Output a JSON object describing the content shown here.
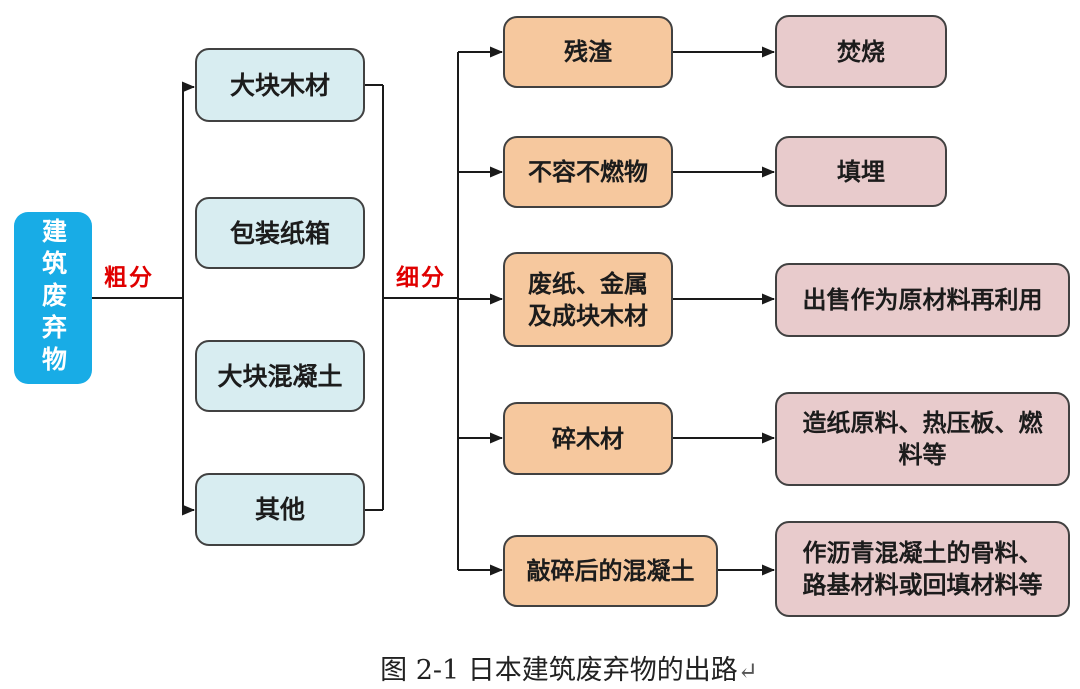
{
  "root": {
    "label": "建筑废弃物"
  },
  "branch_labels": {
    "coarse": "粗分",
    "fine": "细分"
  },
  "coarse_categories": [
    {
      "label": "大块木材"
    },
    {
      "label": "包装纸箱"
    },
    {
      "label": "大块混凝土"
    },
    {
      "label": "其他"
    }
  ],
  "fine_categories": [
    {
      "label": "残渣",
      "disposal": "焚烧"
    },
    {
      "label": "不容不燃物",
      "disposal": "填埋"
    },
    {
      "label": "废纸、金属及成块木材",
      "disposal": "出售作为原材料再利用"
    },
    {
      "label": "碎木材",
      "disposal": "造纸原料、热压板、燃料等"
    },
    {
      "label": "敲碎后的混凝土",
      "disposal": "作沥青混凝土的骨料、路基材料或回填材料等"
    }
  ],
  "caption": {
    "text": "图 2-1 日本建筑废弃物的出路",
    "return_mark": "↵"
  },
  "colors": {
    "root_fill": "#18ace6",
    "coarse_fill": "#d8edf1",
    "fine_fill": "#f6c89e",
    "disposal_fill": "#e8cbcc",
    "border_color": "#414141",
    "line_color": "#1a1a1a",
    "branch_label_color": "#e00000"
  }
}
